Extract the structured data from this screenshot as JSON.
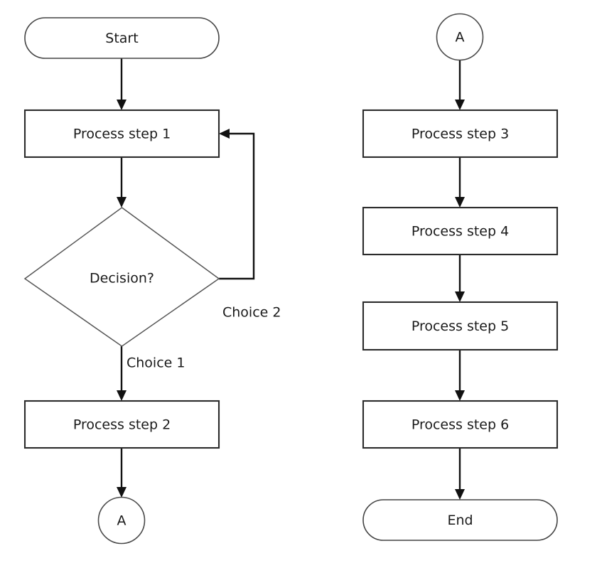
{
  "diagram": {
    "type": "flowchart",
    "title": "",
    "background_color": "#ffffff",
    "text_color": "#1a1a1a",
    "line_color": "#111111",
    "process_border_color": "#2b2b2b",
    "decision_border_color": "#555555",
    "terminator_border_color": "#444444",
    "connector_border_color": "#4a4a4a"
  },
  "nodes": {
    "start": {
      "label": "Start",
      "shape": "terminator"
    },
    "process_1": {
      "label": "Process step 1",
      "shape": "process"
    },
    "decision": {
      "label": "Decision?",
      "shape": "decision"
    },
    "process_2": {
      "label": "Process step 2",
      "shape": "process"
    },
    "connector_a_out": {
      "label": "A",
      "shape": "connector"
    },
    "connector_a_in": {
      "label": "A",
      "shape": "connector"
    },
    "process_3": {
      "label": "Process step 3",
      "shape": "process"
    },
    "process_4": {
      "label": "Process step 4",
      "shape": "process"
    },
    "process_5": {
      "label": "Process step 5",
      "shape": "process"
    },
    "process_6": {
      "label": "Process step 6",
      "shape": "process"
    },
    "end": {
      "label": "End",
      "shape": "terminator"
    }
  },
  "edge_labels": {
    "choice_1": "Choice 1",
    "choice_2": "Choice 2"
  }
}
